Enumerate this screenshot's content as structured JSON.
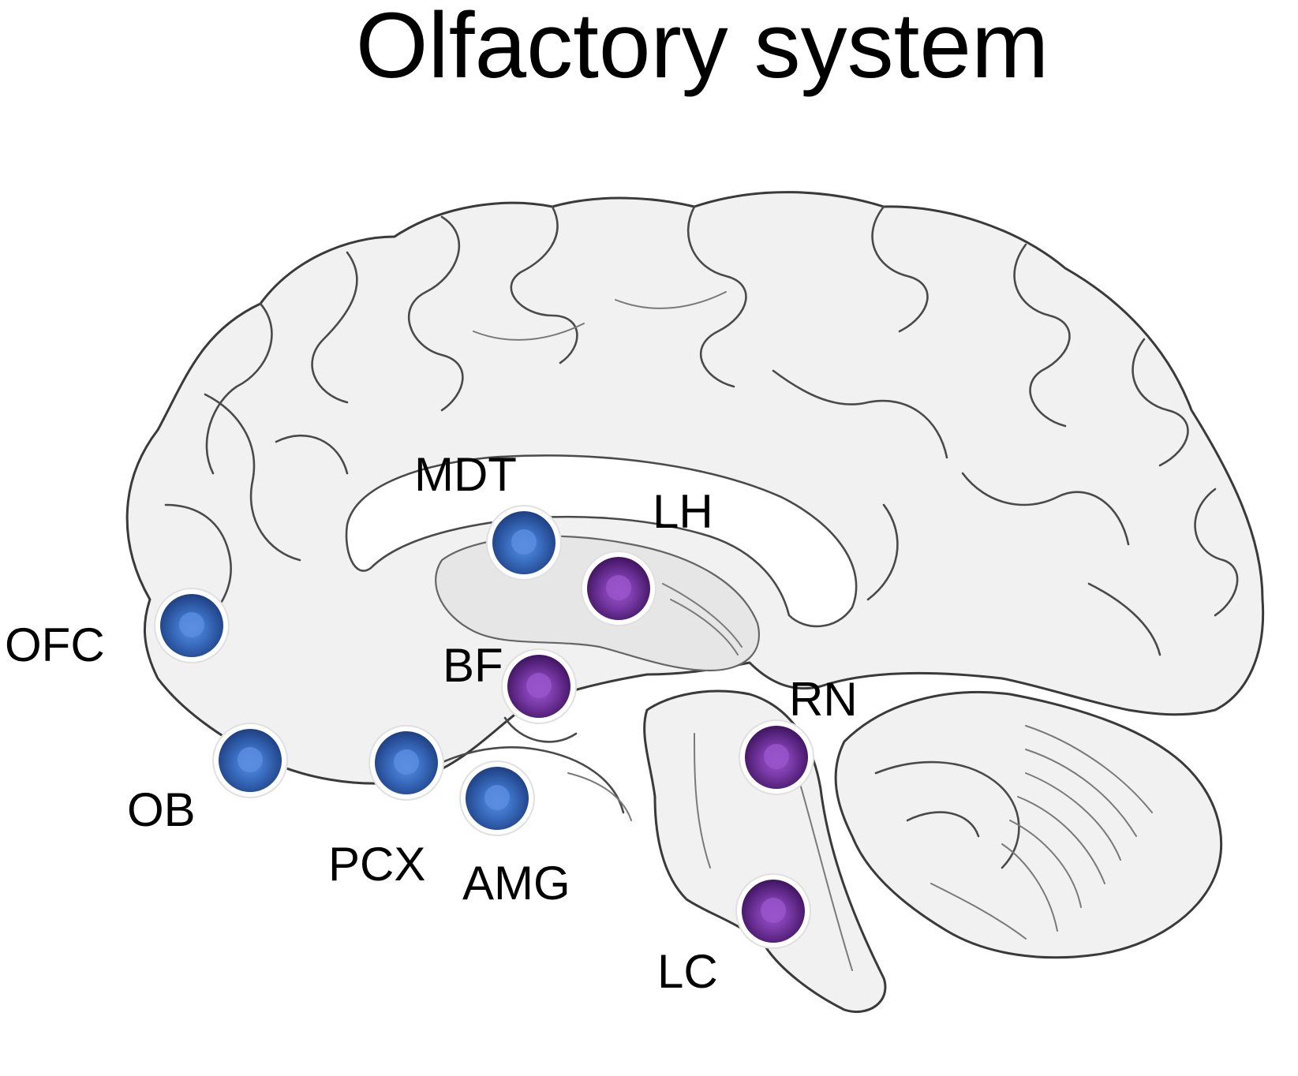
{
  "title": "Olfactory system",
  "colors": {
    "olfactory_region": "#3b6fc2",
    "olfactory_region_dark": "#1e3f82",
    "modulatory_region": "#7a3aa8",
    "modulatory_region_dark": "#3f1460"
  },
  "regions": [
    {
      "id": "ofc",
      "label": "OFC",
      "group": "olfactory"
    },
    {
      "id": "ob",
      "label": "OB",
      "group": "olfactory"
    },
    {
      "id": "pcx",
      "label": "PCX",
      "group": "olfactory"
    },
    {
      "id": "amg",
      "label": "AMG",
      "group": "olfactory"
    },
    {
      "id": "mdt",
      "label": "MDT",
      "group": "olfactory"
    },
    {
      "id": "lh",
      "label": "LH",
      "group": "modulatory"
    },
    {
      "id": "bf",
      "label": "BF",
      "group": "modulatory"
    },
    {
      "id": "rn",
      "label": "RN",
      "group": "modulatory"
    },
    {
      "id": "lc",
      "label": "LC",
      "group": "modulatory"
    }
  ]
}
